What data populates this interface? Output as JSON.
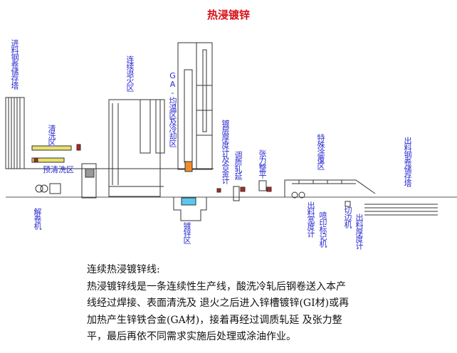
{
  "title": "热浸镀锌",
  "labels": {
    "entry_tower": "进料钢卷储存塔",
    "cleaning": "清洗区",
    "pre_cleaning": "预清洗区",
    "uncoiler": "解卷机",
    "annealing": "连续退火区",
    "ga_zone": "GA-均温区及冷却区",
    "galvanizing": "镀锌区",
    "coating_gauge": "镀层厚度计及合金计",
    "temper_rolling": "调质轧延",
    "tension_leveling": "张力整平",
    "special_coating": "特殊涂覆区",
    "width_gauge": "出料宽度计",
    "marking": "喷印标记机",
    "trimmer": "切边机",
    "thickness_gauge": "出料厚度计",
    "exit_tower": "出料钢卷储存塔"
  },
  "description": {
    "heading": "连续热浸镀锌线:",
    "lines": [
      "热浸镀锌线是一条连续性生产线，酸洗冷轧后钢卷送入本产",
      "线经过焊接、表面清洗及 退火之后进入锌槽镀锌(GI材)或再",
      "加热产生锌铁合金(GA材)，接着再经过调质轧延 及张力整",
      "平，最后再依不同需求实施后处理或涂油作业。"
    ]
  }
}
